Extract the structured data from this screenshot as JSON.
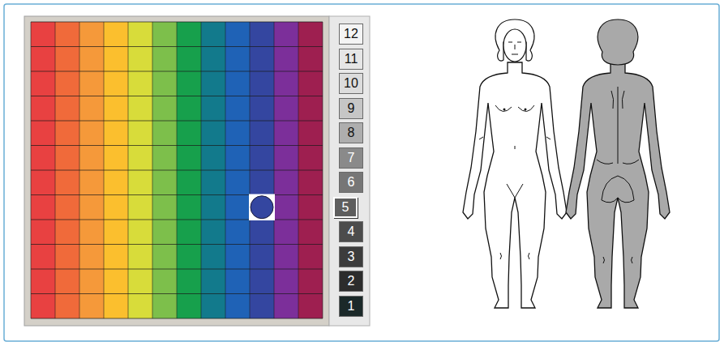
{
  "diagram": {
    "nodes": [
      {
        "text": [
          "12"
        ]
      },
      {
        "text": [
          "11"
        ]
      },
      {
        "text": [
          "10"
        ]
      },
      {
        "text": [
          "9"
        ]
      },
      {
        "text": [
          "8"
        ]
      },
      {
        "text": [
          "7"
        ]
      },
      {
        "text": [
          "6"
        ]
      },
      {
        "text": [
          "5"
        ]
      },
      {
        "text": [
          "4"
        ]
      },
      {
        "text": [
          "3"
        ]
      },
      {
        "text": [
          "2"
        ]
      },
      {
        "text": [
          "1"
        ]
      }
    ]
  }
}
